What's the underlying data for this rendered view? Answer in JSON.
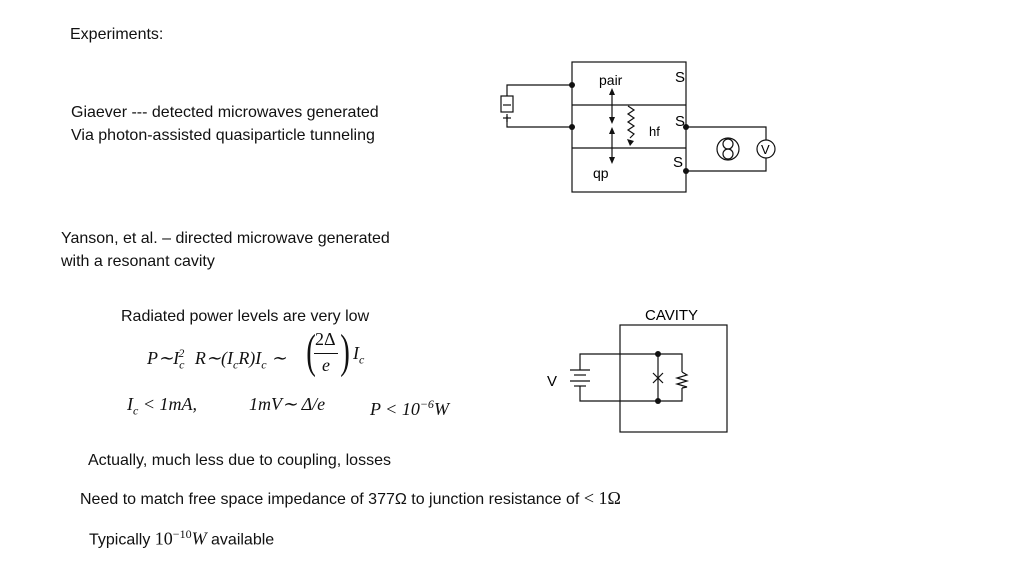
{
  "heading": "Experiments:",
  "giaever": {
    "line1": "Giaever --- detected microwaves generated",
    "line2": "Via photon-assisted quasiparticle tunneling"
  },
  "yanson": {
    "line1": "Yanson, et al. – directed microwave generated",
    "line2": "with a resonant cavity"
  },
  "radiated": "Radiated power levels are very low",
  "eq1": {
    "lhs": "P∼I",
    "sub_c": "c",
    "sup_2": "2",
    "mid": " R∼(I",
    "mid2": "R)I",
    "sim": " ∼ ",
    "frac_num": "2Δ",
    "frac_den": "e",
    "rhs": "I"
  },
  "eq2": {
    "ic": "I",
    "sub_c": "c",
    "ic_rest": " < 1mA,",
    "mv": "1mV∼ Δ/e",
    "p_lhs": "P < 10",
    "p_exp": "−6",
    "p_unit": "W"
  },
  "actually": "Actually, much less due to coupling, losses",
  "need": {
    "text": "Need to match free space impedance of 377Ω to junction resistance of ",
    "math": "< 1Ω"
  },
  "typically": {
    "pre": "Typically ",
    "base": "10",
    "exp": "−10",
    "unit": "W",
    "post": " available"
  },
  "diagram1": {
    "labels": {
      "pair": "pair",
      "hf": "hf",
      "qp": "qp",
      "s1": "S",
      "s2": "S",
      "s3": "S",
      "meter": "V"
    }
  },
  "diagram2": {
    "labels": {
      "cavity": "CAVITY",
      "v": "V"
    }
  }
}
